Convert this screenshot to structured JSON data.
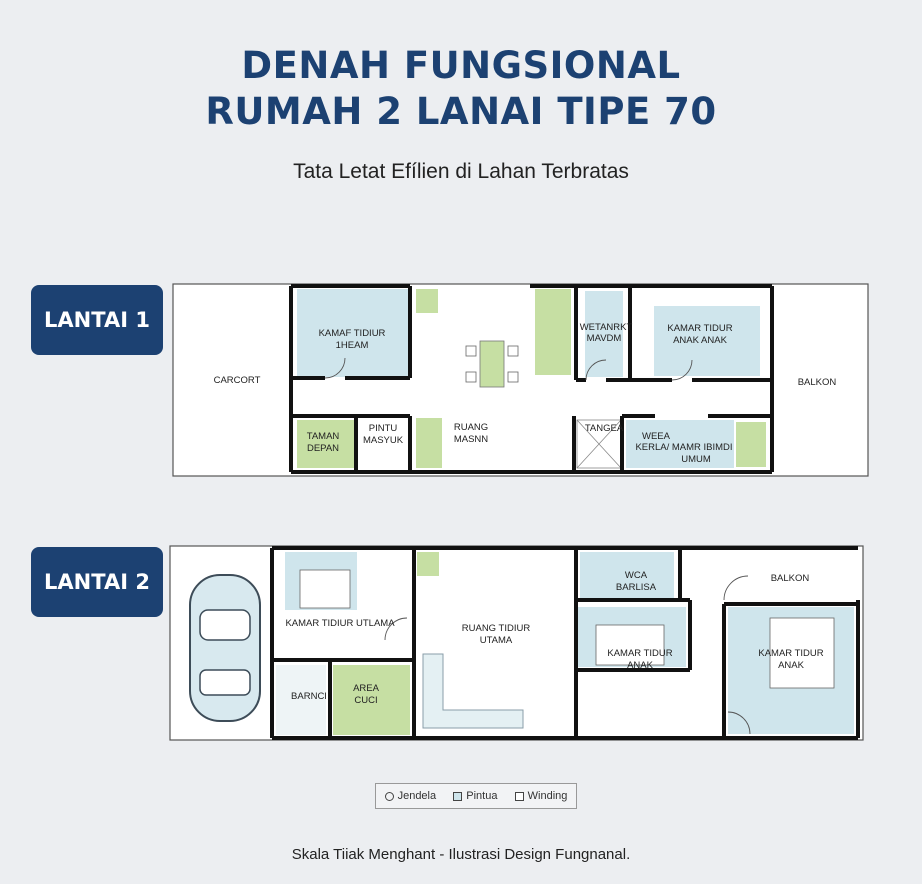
{
  "title_line1": "DENAH FUNGSIONAL",
  "title_line2": "RUMAH 2 LANAI TIPE 70",
  "subtitle": "Tata Letat Efílien di Lahan Terbratas",
  "floor1": {
    "badge": "LANTAI 1",
    "labels": {
      "carcort": "CARCORT",
      "kamar_utama_1": "KAMAF TIDIUR",
      "kamar_utama_2": "1HEAM",
      "taman_1": "TAMAN",
      "taman_2": "DEPAN",
      "pintu_1": "PINTU",
      "pintu_2": "MASYUK",
      "ruang_1": "RUANG",
      "ruang_2": "MASNN",
      "wc_1": "WETANRKT",
      "wc_2": "MAVDM",
      "kamar_anak_1": "KAMAR TIDUR",
      "kamar_anak_2": "ANAK ANAK",
      "tangga": "TANGEA",
      "umum_1": "WEEA",
      "umum_2": "KERLA/ MAMR IBIMDI",
      "umum_3": "UMUM",
      "balkon": "BALKON"
    }
  },
  "floor2": {
    "badge": "LANTAI 2",
    "labels": {
      "kamar_utama": "KAMAR TIDIUR UTLAMA",
      "ruang_utama_1": "RUANG TIDIUR",
      "ruang_utama_2": "UTAMA",
      "barnci": "BARNCI",
      "area_1": "AREA",
      "area_2": "CUCI",
      "wc_1": "WCA",
      "wc_2": "BARLISA",
      "balkon": "BALKON",
      "kamar_anak_a_1": "KAMAR TIDUR",
      "kamar_anak_a_2": "ANAK",
      "kamar_anak_b_1": "KAMAR TIDUR",
      "kamar_anak_b_2": "ANAK"
    }
  },
  "legend": {
    "jendela": "Jendela",
    "pintua": "Pintua",
    "winding": "Winding"
  },
  "footer": "Skala Tiiak Menghant - Ilustrasi Design Fungnanal.",
  "colors": {
    "navy": "#1c4172",
    "room_blue": "#cfe5ec",
    "room_green": "#c6dfa3",
    "wall": "#111111",
    "background": "#eceef1"
  }
}
